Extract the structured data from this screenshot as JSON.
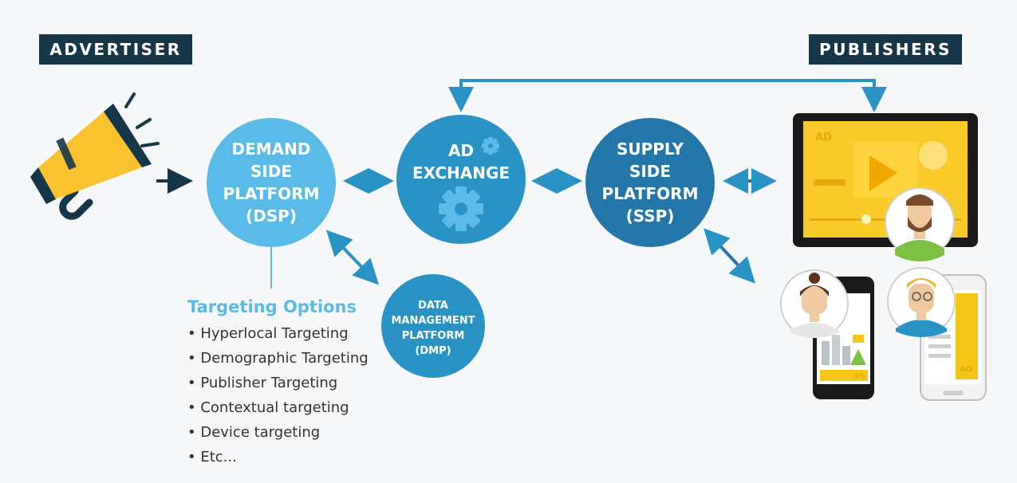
{
  "advertiser_label": "ADVERTISER",
  "publishers_label": "PUBLISHERS",
  "dsp": {
    "lines": [
      "DEMAND",
      "SIDE",
      "PLATFORM",
      "(DSP)"
    ]
  },
  "ad_exchange": {
    "lines": [
      "AD",
      "EXCHANGE"
    ]
  },
  "ssp": {
    "lines": [
      "SUPPLY",
      "SIDE",
      "PLATFORM",
      "(SSP)"
    ]
  },
  "dmp": {
    "lines": [
      "DATA",
      "MANAGEMENT",
      "PLATFORM",
      "(DMP)"
    ]
  },
  "targeting": {
    "title": "Targeting Options",
    "items": [
      "Hyperlocal Targeting",
      "Demographic Targeting",
      "Publisher Targeting",
      "Contextual targeting",
      "Device targeting",
      "Etc..."
    ]
  },
  "device_ad_labels": {
    "tablet": "AD",
    "phone1": "AD",
    "phone2": "AD"
  },
  "colors": {
    "dark_navy": "#16374a",
    "light_blue": "#5bbbe8",
    "mid_blue": "#2a93c6",
    "dark_blue": "#2477a8",
    "ad_yellow": "#f5c518"
  }
}
